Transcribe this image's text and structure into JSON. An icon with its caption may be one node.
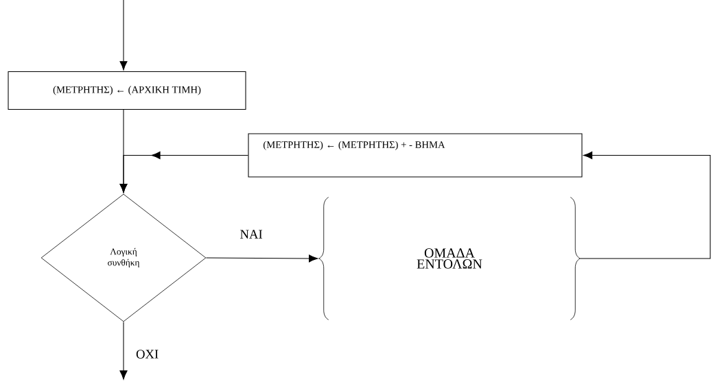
{
  "diagram": {
    "nodes": [
      {
        "text": [
          "(ΜΕΤΡΗΤΗΣ) ← (ΑΡΧΙΚΗ ΤΙΜΗ)"
        ]
      },
      {
        "text": [
          "(ΜΕΤΡΗΤΗΣ) ← (ΜΕΤΡΗΤΗΣ) + -  ΒΗΜΑ"
        ]
      },
      {
        "text": [
          "Λογική συνθήκη"
        ]
      },
      {
        "text": [
          "ΟΜΑΔΑ ΕΝΤΟΛΩΝ"
        ]
      }
    ],
    "edges": [
      {
        "from": null,
        "to": 0,
        "arrow": "to"
      },
      {
        "from": 0,
        "to": 2,
        "arrow": "to"
      },
      {
        "from": 1,
        "to": 2,
        "arrow": "to"
      },
      {
        "from": 2,
        "to": 3,
        "arrow": "to",
        "label": "ΝΑΙ"
      },
      {
        "from": 3,
        "to": 1,
        "arrow": "to"
      },
      {
        "from": 2,
        "to": null,
        "arrow": "to",
        "label": "ΟΧΙ"
      }
    ]
  }
}
